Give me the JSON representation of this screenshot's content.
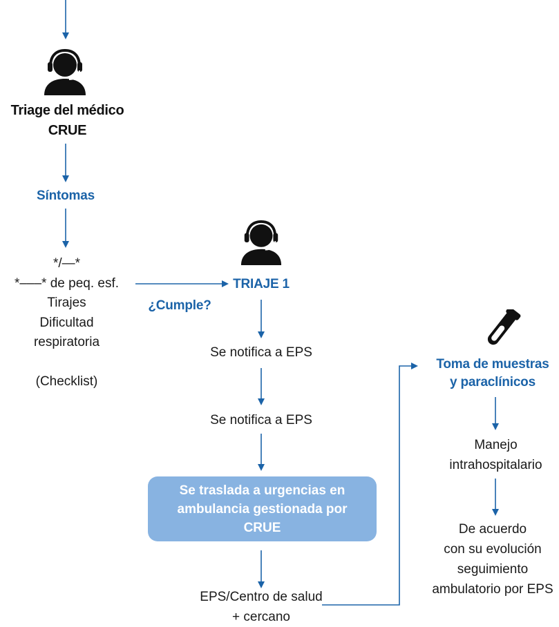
{
  "nodes": {
    "triage_medico": "Triage del médico\nCRUE",
    "sintomas": "Síntomas",
    "symptoms_list": "*/—*\n*–––* de peq. esf.\nTirajes\nDificultad\nrespiratoria\n\n(Checklist)",
    "cumple": "¿Cumple?",
    "triaje1": "TRIAJE 1",
    "notifica1": "Se notifica a EPS",
    "notifica2": "Se notifica a EPS",
    "traslado": "Se traslada a urgencias en ambulancia gestionada por CRUE",
    "eps_centro": "EPS/Centro de salud\n+ cercano",
    "toma_muestras": "Toma de muestras\ny paraclínicos",
    "manejo": "Manejo\nintrahospitalario",
    "seguimiento": "De acuerdo\ncon su evolución\nseguimiento\nambulatorio por EPS"
  },
  "icons": {
    "operator_top": "headset-operator-icon",
    "operator_mid": "headset-operator-icon",
    "test_tube": "test-tube-icon"
  },
  "colors": {
    "accent": "#1b63a8",
    "box_fill": "#88b3e1",
    "box_text": "#ffffff"
  }
}
